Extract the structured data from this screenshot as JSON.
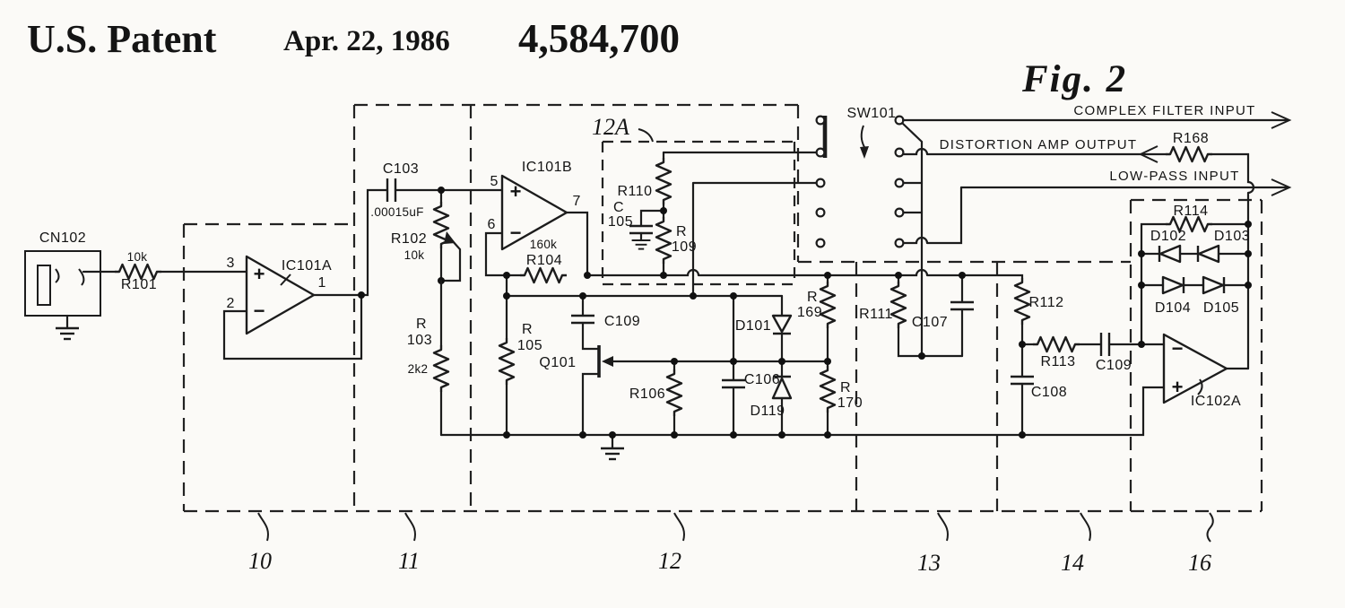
{
  "header": {
    "publication": "U.S. Patent",
    "date": "Apr. 22, 1986",
    "patent_number": "4,584,700",
    "figure_label": "Fig. 2"
  },
  "signal_labels": {
    "complex_filter_input": "COMPLEX FILTER INPUT",
    "distortion_amp_output": "DISTORTION AMP OUTPUT",
    "low_pass_input": "LOW-PASS INPUT"
  },
  "switch": {
    "label": "SW101"
  },
  "sections": {
    "s10": "10",
    "s11": "11",
    "s12": "12",
    "s12a": "12A",
    "s13": "13",
    "s14": "14",
    "s16": "16"
  },
  "opamps": {
    "ic101a": {
      "label": "IC101A",
      "pin_noninv": "3",
      "pin_inv": "2",
      "pin_out": "1",
      "plus": "+",
      "minus": "−"
    },
    "ic101b": {
      "label": "IC101B",
      "pin_noninv": "5",
      "pin_inv": "6",
      "pin_out": "7",
      "plus": "+",
      "minus": "−"
    },
    "ic102a": {
      "label": "IC102A",
      "plus": "+",
      "minus": "−"
    }
  },
  "components": {
    "cn102": {
      "label": "CN102"
    },
    "r101": {
      "label": "R101",
      "value": "10k"
    },
    "c103": {
      "label": "C103",
      "value": ".00015uF"
    },
    "r102": {
      "label": "R102",
      "value": "10k"
    },
    "r103": {
      "ref": "R",
      "num": "103",
      "value": "2k2"
    },
    "r104": {
      "label": "R104",
      "value": "160k"
    },
    "r105": {
      "ref": "R",
      "num": "105"
    },
    "c109a": {
      "label": "C109"
    },
    "q101": {
      "label": "Q101"
    },
    "r106": {
      "label": "R106"
    },
    "c106": {
      "label": "C106"
    },
    "d101": {
      "label": "D101"
    },
    "d119": {
      "label": "D119"
    },
    "r110": {
      "label": "R110"
    },
    "c105": {
      "ref": "C",
      "num": "105"
    },
    "r109": {
      "ref": "R",
      "num": "109"
    },
    "r169": {
      "ref": "R",
      "num": "169"
    },
    "r170": {
      "ref": "R",
      "num": "170"
    },
    "r111": {
      "label": "R111"
    },
    "c107": {
      "label": "C107"
    },
    "r112": {
      "label": "R112"
    },
    "r113": {
      "label": "R113"
    },
    "c109b": {
      "label": "C109"
    },
    "c108": {
      "label": "C108"
    },
    "r114": {
      "label": "R114"
    },
    "d102": {
      "label": "D102"
    },
    "d103": {
      "label": "D103"
    },
    "d104": {
      "label": "D104"
    },
    "d105": {
      "label": "D105"
    },
    "r168": {
      "label": "R168"
    }
  }
}
